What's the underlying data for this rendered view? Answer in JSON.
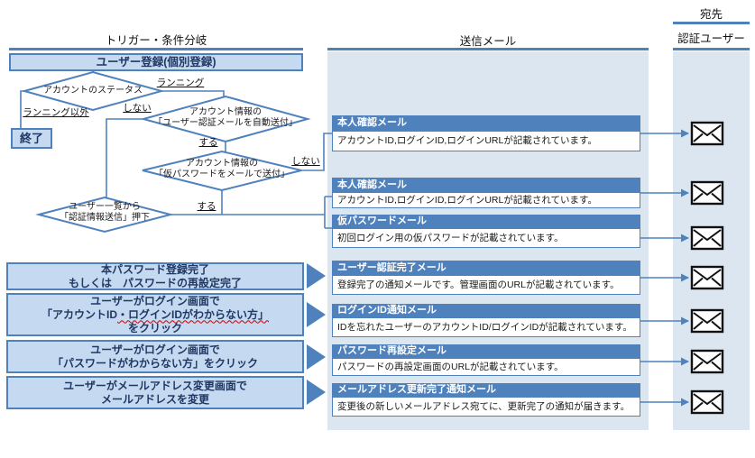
{
  "headers": {
    "trigger_column": "トリガー・条件分岐",
    "mail_column": "送信メール",
    "recipient_label": "宛先",
    "recipient_user": "認証ユーザー"
  },
  "flowchart": {
    "start_box": "ユーザー登録(個別登録)",
    "end_box": "終了",
    "decision_status": {
      "line1": "アカウントのステータス"
    },
    "decision_auto_send": {
      "line1": "アカウント情報の",
      "line2": "「ユーザー認証メールを自動送付」"
    },
    "decision_temp_password": {
      "line1": "アカウント情報の",
      "line2": "「仮パスワードをメールで送付」"
    },
    "decision_user_list": {
      "line1": "ユーザー一覧から",
      "line2": "「認証情報送信」押下"
    },
    "labels": {
      "running": "ランニング",
      "not_running": "ランニング以外",
      "no_auto_send": "しない",
      "yes_auto_send": "する",
      "no_temp_password": "しない",
      "yes_temp_password": "する"
    }
  },
  "triggers": [
    {
      "line1": "本パスワード登録完了",
      "line2": "もしくは　パスワードの再設定完了"
    },
    {
      "line1": "ユーザーがログイン画面で",
      "line2_pre": "「アカウントID",
      "line2_wavy": "・ログインIDがわからない方」",
      "line3": "をクリック"
    },
    {
      "line1": "ユーザーがログイン画面で",
      "line2": "「パスワードがわからない方」をクリック"
    },
    {
      "line1": "ユーザーがメールアドレス変更画面で",
      "line2": "メールアドレスを変更"
    }
  ],
  "mails": [
    {
      "title": "本人確認メール",
      "body": "アカウントID,ログインID,ログインURLが記載されています。"
    },
    {
      "title": "本人確認メール",
      "body": "アカウントID,ログインID,ログインURLが記載されています。"
    },
    {
      "title": "仮パスワードメール",
      "body": "初回ログイン用の仮パスワードが記載されています。"
    },
    {
      "title": "ユーザー認証完了メール",
      "body": "登録完了の通知メールです。管理画面のURLが記載されています。"
    },
    {
      "title": "ログインID通知メール",
      "body": "IDを忘れたユーザーのアカウントID/ログインIDが記載されています。"
    },
    {
      "title": "パスワード再設定メール",
      "body": "パスワードの再設定画面のURLが記載されています。"
    },
    {
      "title": "メールアドレス更新完了通知メール",
      "body": "変更後の新しいメールアドレス宛てに、更新完了の通知が届きます。"
    }
  ],
  "colors": {
    "accent_blue": "#4f81bd",
    "panel_blue": "#dce6f1",
    "box_fill": "#c5d9f1",
    "box_text": "#1f3864",
    "squiggle_red": "#cc0000",
    "envelope_black": "#111111"
  }
}
